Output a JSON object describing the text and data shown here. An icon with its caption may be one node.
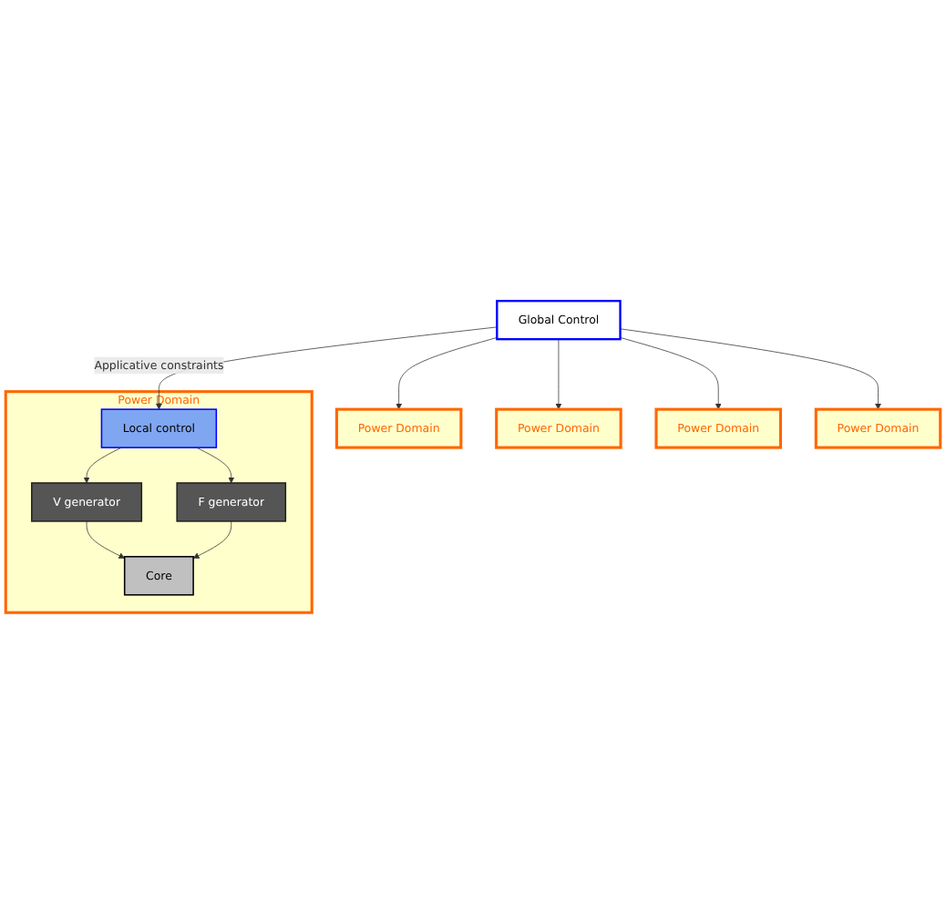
{
  "diagram": {
    "nodes": [
      {
        "text": [
          "Power Domain"
        ]
      },
      {
        "text": [
          "Local control"
        ],
        "in": 0
      },
      {
        "text": [
          "V generator"
        ],
        "in": 0
      },
      {
        "text": [
          "F generator"
        ],
        "in": 0
      },
      {
        "text": [
          "Core"
        ],
        "in": 0
      },
      {
        "text": [
          "Global Control"
        ]
      },
      {
        "text": [
          "Power Domain"
        ]
      },
      {
        "text": [
          "Power Domain"
        ]
      },
      {
        "text": [
          "Power Domain"
        ]
      },
      {
        "text": [
          "Power Domain"
        ]
      }
    ],
    "edges": [
      {
        "from": 1,
        "to": 2,
        "arrow": "to"
      },
      {
        "from": 1,
        "to": 3,
        "arrow": "to"
      },
      {
        "from": 2,
        "to": 4,
        "arrow": "to"
      },
      {
        "from": 3,
        "to": 4,
        "arrow": "to"
      },
      {
        "from": 5,
        "to": 1,
        "arrow": "to",
        "label": "Applicative constraints"
      },
      {
        "from": 5,
        "to": 6,
        "arrow": "to"
      },
      {
        "from": 5,
        "to": 7,
        "arrow": "to"
      },
      {
        "from": 5,
        "to": 8,
        "arrow": "to"
      },
      {
        "from": 5,
        "to": 9,
        "arrow": "to"
      }
    ]
  }
}
